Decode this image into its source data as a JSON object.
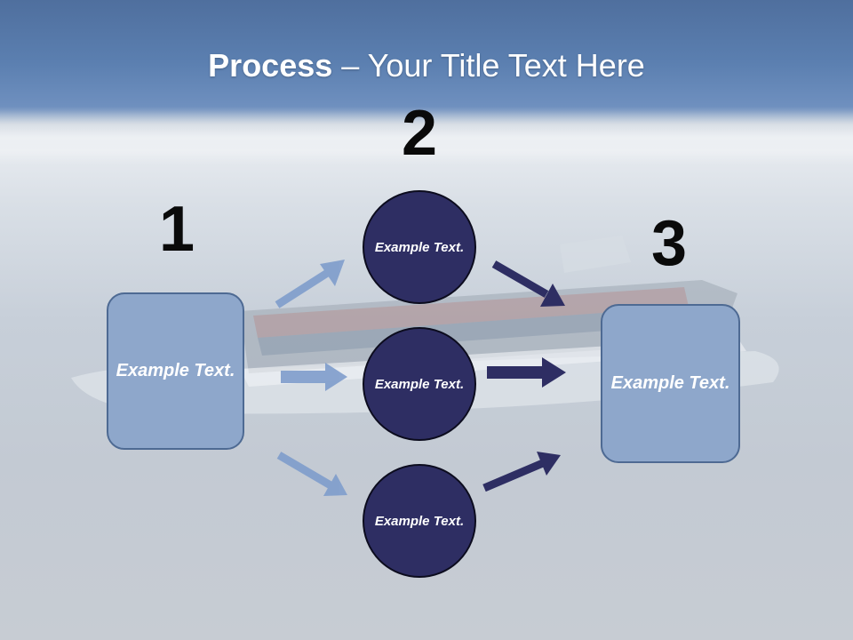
{
  "slide": {
    "title_bold": "Process",
    "title_rest": " – Your Title Text Here"
  },
  "steps": {
    "one": {
      "number": "1",
      "text": "Example Text."
    },
    "two": {
      "number": "2",
      "items": [
        {
          "text": "Example Text."
        },
        {
          "text": "Example Text."
        },
        {
          "text": "Example Text."
        }
      ]
    },
    "three": {
      "number": "3",
      "text": "Example Text."
    }
  },
  "colors": {
    "box_fill": "#8ea7cb",
    "circle_fill": "#2e2e63",
    "light_arrow": "#7f9dcc",
    "dark_arrow": "#2e2e63"
  }
}
